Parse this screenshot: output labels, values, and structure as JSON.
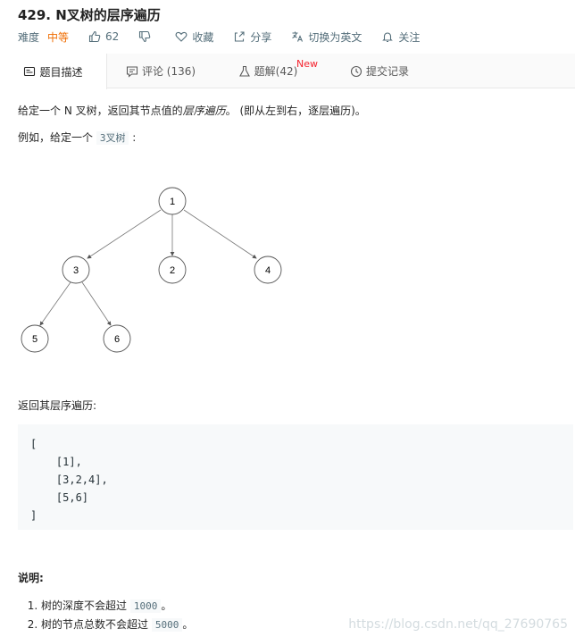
{
  "problem": {
    "title": "429. N叉树的层序遍历",
    "difficulty_label": "难度",
    "difficulty_value": "中等",
    "likes": "62",
    "favorite_label": "收藏",
    "share_label": "分享",
    "translate_label": "切换为英文",
    "follow_label": "关注",
    "colors": {
      "difficulty": "#ef6c00",
      "new_badge": "#f5222d"
    }
  },
  "tabs": [
    {
      "label": "题目描述",
      "icon": "description-icon",
      "active": true
    },
    {
      "label": "评论 (136)",
      "icon": "comment-icon"
    },
    {
      "label": "题解(42)",
      "icon": "flask-icon",
      "badge": "New"
    },
    {
      "label": "提交记录",
      "icon": "clock-icon"
    }
  ],
  "content": {
    "intro_part1": "给定一个 N 叉树，返回其节点值的",
    "intro_emphasis": "层序遍历",
    "intro_part2": "。 (即从左到右，逐层遍历)。",
    "example_prefix": "例如，给定一个 ",
    "example_code": "3叉树",
    "example_suffix": " :",
    "tree_nodes": [
      "1",
      "3",
      "2",
      "4",
      "5",
      "6"
    ],
    "return_label": "返回其层序遍历:",
    "output_lines": [
      "[",
      "    [1],",
      "    [3,2,4],",
      "    [5,6]",
      "]"
    ],
    "notes_title": "说明:",
    "note1_text": "树的深度不会超过 ",
    "note1_code": "1000",
    "note1_end": "。",
    "note2_text": "树的节点总数不会超过 ",
    "note2_code": "5000",
    "note2_end": "。"
  },
  "watermark": "https://blog.csdn.net/qq_27690765"
}
